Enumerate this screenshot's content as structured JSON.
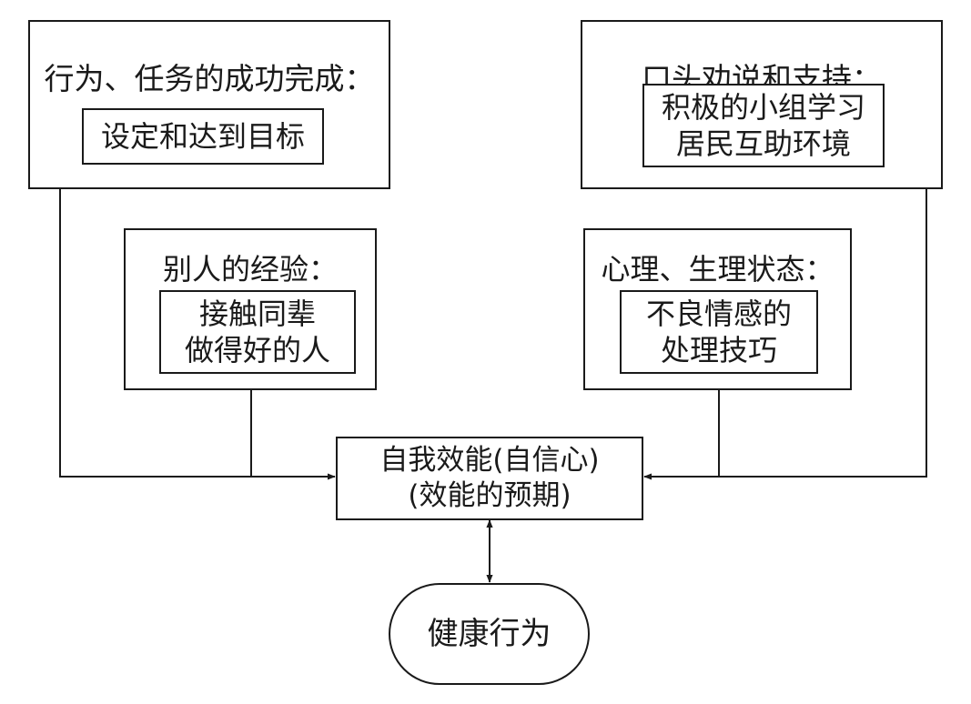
{
  "diagram": {
    "boxes": {
      "mastery": {
        "title": "行为、任务的成功完成：",
        "inner_lines": [
          "设定和达到目标"
        ]
      },
      "persuasion": {
        "title": "口头劝说和支持：",
        "inner_lines": [
          "积极的小组学习",
          "居民互助环境"
        ]
      },
      "vicarious": {
        "title": "别人的经验：",
        "inner_lines": [
          "接触同辈",
          "做得好的人"
        ]
      },
      "physiological": {
        "title": "心理、生理状态：",
        "inner_lines": [
          "不良情感的",
          "处理技巧"
        ]
      },
      "self_efficacy": {
        "lines": [
          "自我效能(自信心)",
          "(效能的预期)"
        ]
      },
      "health_behavior": {
        "label": "健康行为"
      }
    },
    "colors": {
      "stroke": "#1a1a1a",
      "background": "#ffffff"
    }
  }
}
